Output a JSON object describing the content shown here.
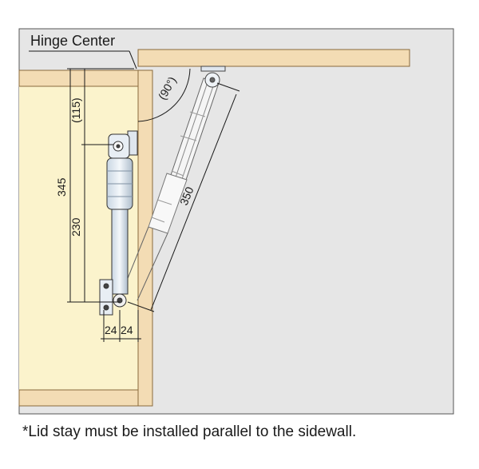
{
  "labels": {
    "hinge_center": "Hinge Center",
    "angle": "(90°)",
    "dim_115": "(115)",
    "dim_345": "345",
    "dim_230": "230",
    "dim_350": "350",
    "dim_24a": "24",
    "dim_24b": "24"
  },
  "note": "*Lid stay must be installed parallel to the sidewall.",
  "colors": {
    "panel_background": "#e6e6e6",
    "wood": "#f3dcb4",
    "wood_edge": "#8a6a3c",
    "cabinet_interior": "#fbf3cc",
    "lines": "#1a1a1a"
  }
}
